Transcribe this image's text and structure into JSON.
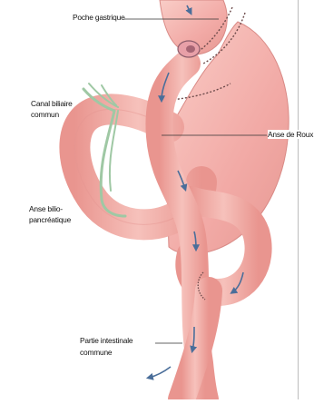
{
  "labels": {
    "poche": "Poche gastrique",
    "canal_line1": "Canal biliaire",
    "canal_line2": "commun",
    "anse_roux": "Anse de Roux",
    "anse_bilio_line1": "Anse bilio-",
    "anse_bilio_line2": "pancréatique",
    "partie_line1": "Partie intestinale",
    "partie_line2": "commune"
  },
  "colors": {
    "tissue": "#f2aaa6",
    "tissue_light": "#f8c9c4",
    "tissue_dark": "#d98a86",
    "duct": "#9fc8a4",
    "arrow": "#4a6e9a"
  }
}
